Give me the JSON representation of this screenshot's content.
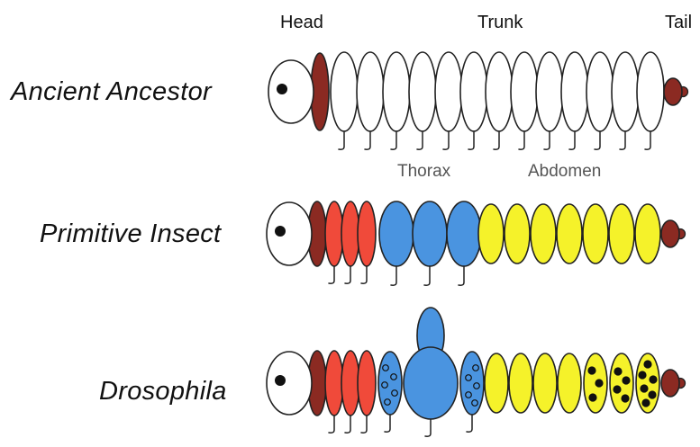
{
  "headers": {
    "head": "Head",
    "trunk": "Trunk",
    "tail": "Tail"
  },
  "regions": {
    "thorax": "Thorax",
    "abdomen": "Abdomen"
  },
  "rows": [
    {
      "label": "Ancient Ancestor"
    },
    {
      "label": "Primitive Insect"
    },
    {
      "label": "Drosophila"
    }
  ],
  "colors": {
    "outline": "#222222",
    "head": "#ffffff",
    "dark_segment": "#8b2a22",
    "mouthparts": "#f04a3a",
    "thorax": "#4a94e0",
    "abdomen": "#f5f22a",
    "tail": "#8b2a22",
    "plain_segment": "#ffffff"
  }
}
